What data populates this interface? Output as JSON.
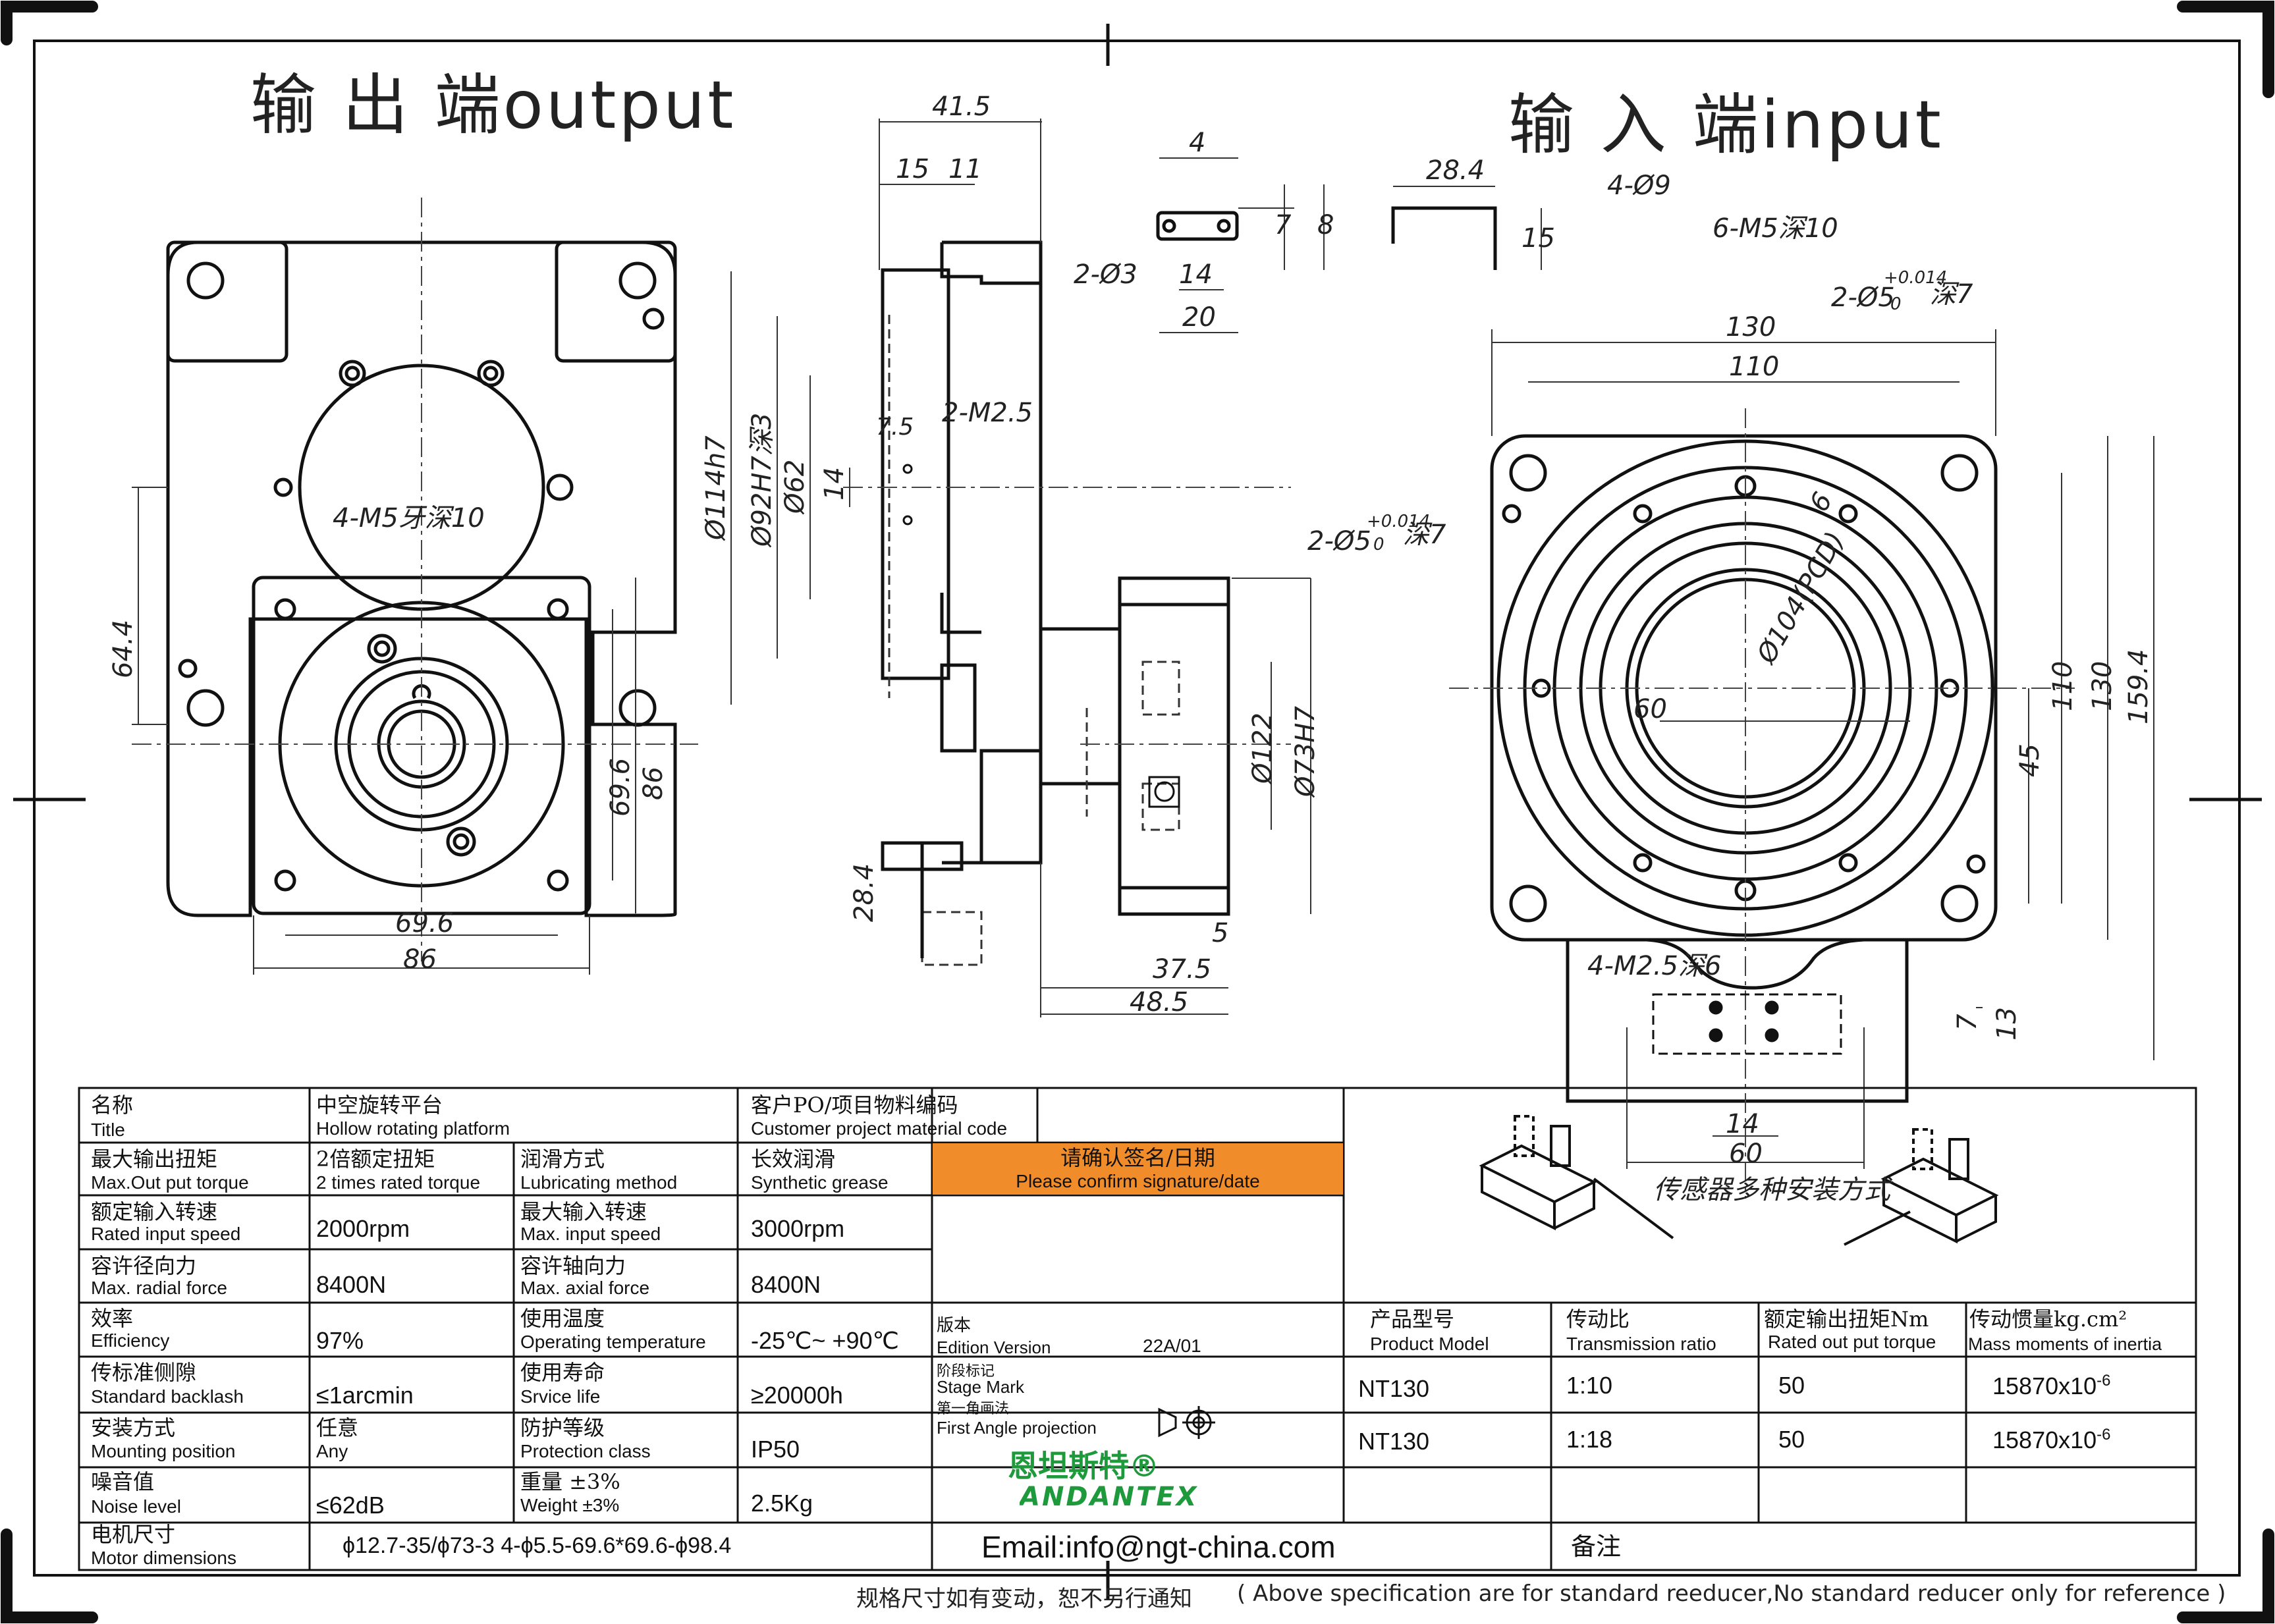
{
  "headers": {
    "output": "输 出 端output",
    "input": "输 入 端input"
  },
  "dims": {
    "d41_5": "41.5",
    "d15": "15",
    "d11": "11",
    "d4": "4",
    "d7": "7",
    "d8": "8",
    "d2phi3": "2-Ø3",
    "d14": "14",
    "d20": "20",
    "d28_4": "28.4",
    "d15b": "15",
    "d4phi9": "4-Ø9",
    "d6m5": "6-M5深10",
    "d2phi5": "2-Ø5",
    "tol": "+0.014",
    "tol0": "0",
    "deep7": "深7",
    "d130": "130",
    "d110": "110",
    "d2phi5b": "2-Ø5",
    "d4m5": "4-M5牙深10",
    "d114": "Ø114h7",
    "d92": "Ø92H7深3",
    "d62": "Ø62",
    "d14b": "14",
    "d7_5": "7.5",
    "d2m2_5": "2-M2.5",
    "d64_4": "64.4",
    "d69_6v": "69.6",
    "d86v": "86",
    "d69_6": "69.6",
    "d86": "86",
    "d28_4b": "28.4",
    "d122": "Ø122",
    "d73": "Ø73H7",
    "d5": "5",
    "d37_5": "37.5",
    "d48_5": "48.5",
    "d104": "Ø104(PCD)",
    "d60": "60",
    "d6": "6",
    "d110v": "110",
    "d130v": "130",
    "d159_4": "159.4",
    "d45": "45",
    "d4m2_5": "4-M2.5深6",
    "d7b": "7",
    "d13": "13",
    "d14c": "14",
    "d60b": "60",
    "sensor": "传感器多种安装方式"
  },
  "table": {
    "title_zh": "名称",
    "title_en": "Title",
    "name_zh": "中空旋转平台",
    "name_en": "Hollow rotating platform",
    "cust_zh": "客户PO/项目物料编码",
    "cust_en": "Customer project material code",
    "rows": [
      {
        "l_zh": "最大输出扭矩",
        "l_en": "Max.Out put torque",
        "v_zh": "2倍额定扭矩",
        "v_en": "2 times rated torque",
        "m_zh": "润滑方式",
        "m_en": "Lubricating method",
        "r_zh": "长效润滑",
        "r_en": "Synthetic grease"
      },
      {
        "l_zh": "额定输入转速",
        "l_en": "Rated input speed",
        "v": "2000rpm",
        "m_zh": "最大输入转速",
        "m_en": "Max. input speed",
        "r": "3000rpm"
      },
      {
        "l_zh": "容许径向力",
        "l_en": "Max. radial force",
        "v": "8400N",
        "m_zh": "容许轴向力",
        "m_en": "Max. axial force",
        "r": "8400N"
      },
      {
        "l_zh": "效率",
        "l_en": "Efficiency",
        "v": "97%",
        "m_zh": "使用温度",
        "m_en": "Operating temperature",
        "r": "-25℃~ +90℃"
      },
      {
        "l_zh": "传标准侧隙",
        "l_en": "Standard backlash",
        "v": "≤1arcmin",
        "m_zh": "使用寿命",
        "m_en": "Srvice life",
        "r": "≥20000h"
      },
      {
        "l_zh": "安装方式",
        "l_en": "Mounting position",
        "v_zh": "任意",
        "v_en": "Any",
        "m_zh": "防护等级",
        "m_en": "Protection class",
        "r": "IP50"
      },
      {
        "l_zh": "噪音值",
        "l_en": "Noise level",
        "v": "≤62dB",
        "m_zh": "重量 ±3%",
        "m_en": "Weight ±3%",
        "r": "2.5Kg"
      }
    ],
    "motor_zh": "电机尺寸",
    "motor_en": "Motor dimensions",
    "motor_val": "ϕ12.7-35/ϕ73-3 4-ϕ5.5-69.6*69.6-ϕ98.4",
    "confirm_zh": "请确认签名/日期",
    "confirm_en": "Please confirm signature/date",
    "edition_zh": "版本",
    "edition_en": "Edition Version",
    "edition_val": "22A/01",
    "stage_zh": "阶段标记",
    "stage_en": "Stage Mark",
    "proj_zh": "第一角画法",
    "proj_en": "First Angle projection",
    "logo_zh": "恩坦斯特®",
    "logo_en": "ANDANTEX",
    "email": "Email:info@ngt-china.com",
    "remark_zh": "备注",
    "model_head_zh": "产品型号",
    "model_head_en": "Product Model",
    "ratio_head_zh": "传动比",
    "ratio_head_en": "Transmission ratio",
    "torque_head_zh": "额定输出扭矩Nm",
    "torque_head_en": "Rated out put torque",
    "inertia_head_zh": "传动惯量kg.cm²",
    "inertia_head_en": "Mass moments of inertia",
    "models": [
      {
        "model": "NT130",
        "ratio": "1:10",
        "torque": "50",
        "inertia": "15870x10",
        "exp": "-6"
      },
      {
        "model": "NT130",
        "ratio": "1:18",
        "torque": "50",
        "inertia": "15870x10",
        "exp": "-6"
      }
    ]
  },
  "footer": {
    "zh": "规格尺寸如有变动，恕不另行通知",
    "en": "( Above specification are for standard reeducer,No standard reducer only for reference )"
  },
  "colors": {
    "confirm_bg": "#F08C2A",
    "logo_green": "#1E9A3C"
  }
}
